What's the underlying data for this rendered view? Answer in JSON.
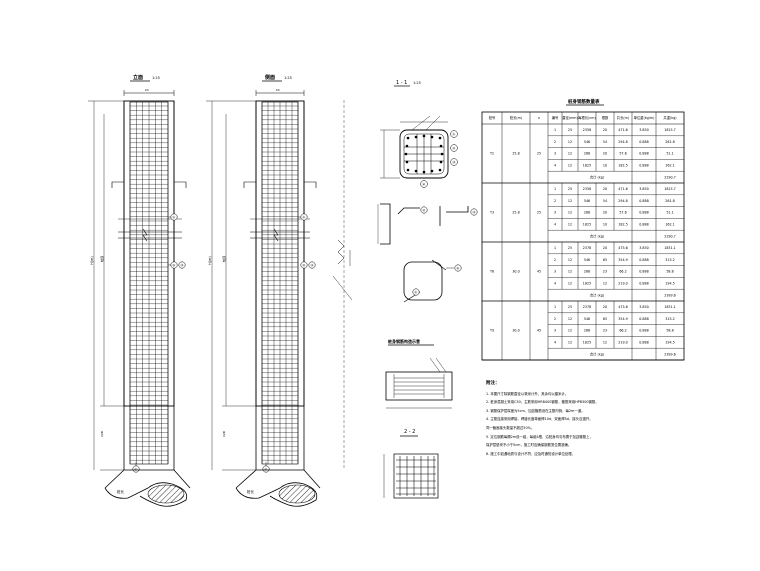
{
  "elevations": [
    {
      "title": "立面",
      "scale": "1:25",
      "width_dim": "bh",
      "height_dim": "H(m)",
      "upper_dim": "桩顶",
      "lower_dim": "l/2D",
      "bar_labels": [
        "①",
        "②",
        "③"
      ],
      "bottom_label": "④",
      "foot_label": "桩长"
    },
    {
      "title": "侧面",
      "scale": "1:25",
      "width_dim": "bh",
      "height_dim": "H(m)",
      "upper_dim": "桩顶",
      "lower_dim": "l/2D",
      "bar_labels": [
        "①",
        "②",
        "③"
      ],
      "bottom_label": "④",
      "foot_label": "桩长"
    }
  ],
  "section_1": {
    "title": "1 - 1",
    "scale": "1:25",
    "labels": [
      "①",
      "②",
      "③",
      "④"
    ]
  },
  "bar_details": {
    "labels": [
      "①",
      "②",
      "③",
      "④"
    ]
  },
  "section_2": {
    "title": "2 - 2"
  },
  "detail_title": "桩身钢筋构造示意",
  "table": {
    "title": "桩身钢筋数量表",
    "headers": [
      "桩号",
      "桩长(m)",
      "n",
      "编号",
      "直径(mm)",
      "每根长(cm)",
      "根数",
      "共长(m)",
      "单位重(kg/m)",
      "共重(kg)"
    ],
    "groups": [
      {
        "pile": "T2",
        "length": "25.8",
        "n": "25",
        "rows": [
          [
            "1",
            "25",
            "2358",
            "20",
            "471.6",
            "3.850",
            "1815.7"
          ],
          [
            "2",
            "12",
            "546",
            "54",
            "294.8",
            "0.888",
            "261.8"
          ],
          [
            "3",
            "12",
            "288",
            "20",
            "57.6",
            "0.888",
            "51.1"
          ],
          [
            "4",
            "12",
            "1825",
            "10",
            "182.5",
            "0.888",
            "162.1"
          ]
        ],
        "total": "2290.7"
      },
      {
        "pile": "T3",
        "length": "25.8",
        "n": "25",
        "rows": [
          [
            "1",
            "25",
            "2358",
            "20",
            "471.6",
            "3.850",
            "1815.7"
          ],
          [
            "2",
            "12",
            "546",
            "54",
            "294.8",
            "0.888",
            "261.8"
          ],
          [
            "3",
            "12",
            "288",
            "20",
            "57.6",
            "0.888",
            "51.1"
          ],
          [
            "4",
            "12",
            "1825",
            "10",
            "182.5",
            "0.888",
            "162.1"
          ]
        ],
        "total": "2290.7"
      },
      {
        "pile": "T8",
        "length": "30.0",
        "n": "45",
        "rows": [
          [
            "1",
            "25",
            "2378",
            "20",
            "475.6",
            "3.850",
            "1831.1"
          ],
          [
            "2",
            "12",
            "546",
            "65",
            "354.9",
            "0.888",
            "315.2"
          ],
          [
            "3",
            "12",
            "288",
            "23",
            "66.2",
            "0.888",
            "58.8"
          ],
          [
            "4",
            "12",
            "1825",
            "12",
            "219.0",
            "0.888",
            "194.5"
          ]
        ],
        "total": "2399.6"
      },
      {
        "pile": "T9",
        "length": "30.0",
        "n": "45",
        "rows": [
          [
            "1",
            "25",
            "2378",
            "20",
            "475.6",
            "3.850",
            "1831.1"
          ],
          [
            "2",
            "12",
            "546",
            "65",
            "354.9",
            "0.888",
            "315.2"
          ],
          [
            "3",
            "12",
            "288",
            "23",
            "66.2",
            "0.888",
            "58.8"
          ],
          [
            "4",
            "12",
            "1825",
            "12",
            "219.0",
            "0.888",
            "194.5"
          ]
        ],
        "total": "2399.6"
      }
    ],
    "total_label": "合计 (kg)"
  },
  "notes": {
    "title": "附注：",
    "items": [
      "1. 本图尺寸除钢筋直径以毫米计外，其余均以厘米计。",
      "2. 桩身混凝土采用C30，主筋采用HRB400钢筋，箍筋采用HPB300钢筋。",
      "3. 钢筋保护层厚度为5cm，加劲箍筋设在主筋内侧，每2m一道。",
      "4. 主筋连接采用焊接，焊缝长度单面焊10d，双面焊5d，接头应错开。",
      "   同一截面接头数量不超过50%。",
      "5. 定位钢筋每隔2m设一组，每组4根，沿桩身均匀布置于加劲箍筋上，",
      "   保护层垫块不小于5cm，施工时应确保钢筋笼位置准确。",
      "6. 施工中如遇地质与设计不符，应及时通知设计单位处理。"
    ]
  }
}
